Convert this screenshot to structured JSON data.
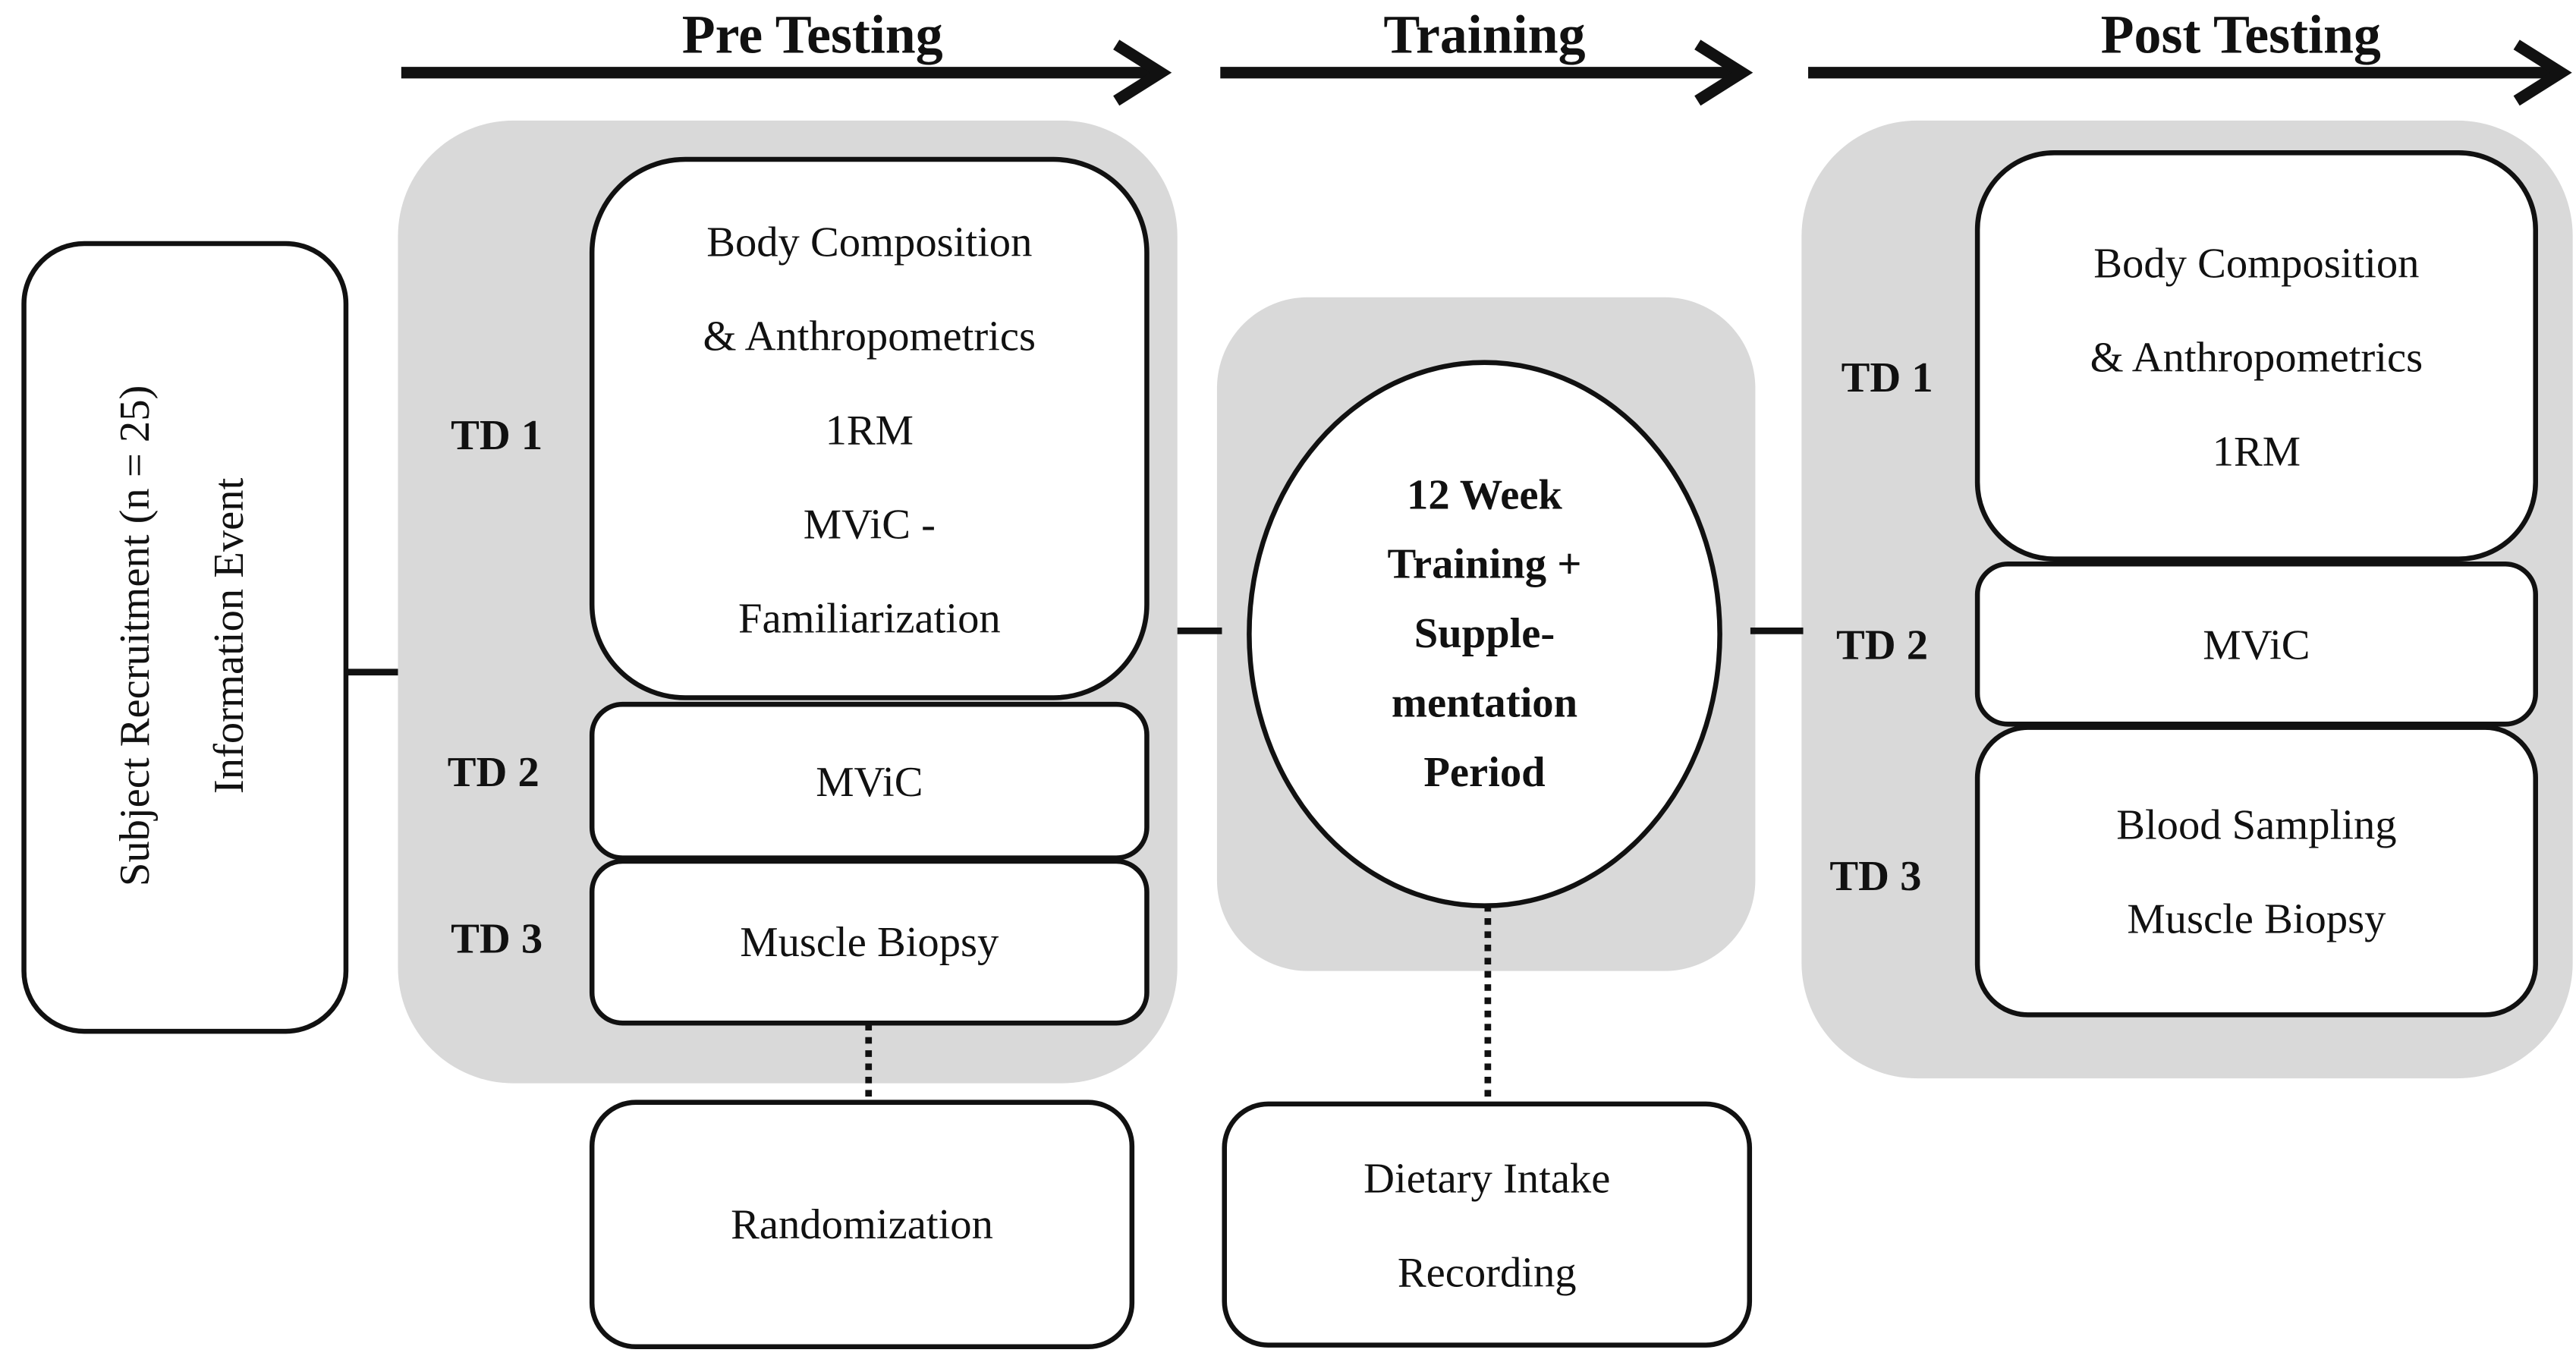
{
  "phases": {
    "pre": "Pre Testing",
    "training": "Training",
    "post": "Post Testing"
  },
  "recruitment": {
    "line1": "Subject Recruitment (n = 25)",
    "line2": "Information Event"
  },
  "pre_testing": {
    "td1": {
      "label": "TD 1",
      "lines": [
        "Body Composition",
        "& Anthropometrics",
        "1RM",
        "MViC -",
        "Familiarization"
      ]
    },
    "td2": {
      "label": "TD 2",
      "text": "MViC"
    },
    "td3": {
      "label": "TD 3",
      "text": "Muscle Biopsy"
    }
  },
  "randomization": "Randomization",
  "training_period": {
    "lines": [
      "12 Week",
      "Training +",
      "Supple-",
      "mentation",
      "Period"
    ]
  },
  "dietary": {
    "lines": [
      "Dietary Intake",
      "Recording"
    ]
  },
  "post_testing": {
    "td1": {
      "label": "TD 1",
      "lines": [
        "Body Composition",
        "& Anthropometrics",
        "1RM"
      ]
    },
    "td2": {
      "label": "TD 2",
      "text": "MViC"
    },
    "td3": {
      "label": "TD 3",
      "lines": [
        "Blood Sampling",
        "Muscle Biopsy"
      ]
    }
  },
  "colors": {
    "panel": "#d9d9d9",
    "stroke": "#111111",
    "box_fill": "#ffffff"
  }
}
